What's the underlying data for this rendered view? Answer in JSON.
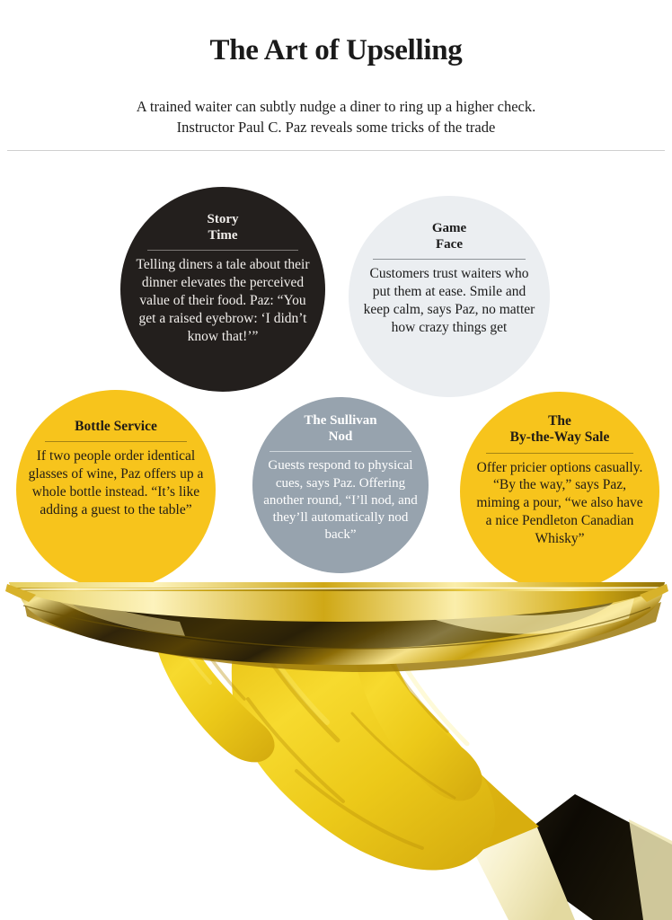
{
  "header": {
    "title": "The Art of Upselling",
    "subtitle_line1": "A trained waiter can subtly nudge a diner to ring up a higher check.",
    "subtitle_line2": "Instructor Paul C. Paz reveals some tricks of the trade"
  },
  "bubbles": [
    {
      "id": "story-time",
      "heading": "Story\nTime",
      "body": "Telling diners a tale about their dinner elevates the perceived value of their food. Paz: “You get a raised eyebrow: ‘I didn’t know that!’”",
      "bg": "#231f1d",
      "fg": "#f2efec"
    },
    {
      "id": "game-face",
      "heading": "Game\nFace",
      "body": "Customers trust waiters who put them at ease. Smile and keep calm, says Paz, no matter how crazy things get",
      "bg": "#ebeef1",
      "fg": "#1b1b1b"
    },
    {
      "id": "bottle-service",
      "heading": "Bottle Service",
      "body": "If two people order identical glasses of wine, Paz offers up a whole bottle instead. “It’s like adding a guest to the table”",
      "bg": "#f7c41c",
      "fg": "#211c16"
    },
    {
      "id": "the-sullivan-nod",
      "heading": "The Sullivan\nNod",
      "body": "Guests respond to physical cues, says Paz. Offering another round, “I’ll nod, and they’ll automatically nod back”",
      "bg": "#97a3ae",
      "fg": "#ffffff"
    },
    {
      "id": "the-by-the-way-sale",
      "heading": "The\nBy-the-Way Sale",
      "body": "Offer pricier options casually. “By the way,” says Paz, miming a pour, “we also have a nice Pendleton Canadian Whisky”",
      "bg": "#f7c41c",
      "fg": "#211c16"
    }
  ],
  "photo": {
    "description": "waiter-hand-holding-gold-tray",
    "tray_color": "#d6a818",
    "tray_highlight": "#f7e07a",
    "tray_shadow": "#4a3a06",
    "hand_color": "#f2cf22",
    "hand_shadow": "#d4ad12",
    "cuff_color": "#fbf7e2",
    "sleeve_color": "#151208"
  },
  "colors": {
    "accent_yellow": "#f7c41c",
    "dark": "#231f1d",
    "gray": "#97a3ae",
    "light": "#ebeef1",
    "rule": "#a9a9a9"
  }
}
